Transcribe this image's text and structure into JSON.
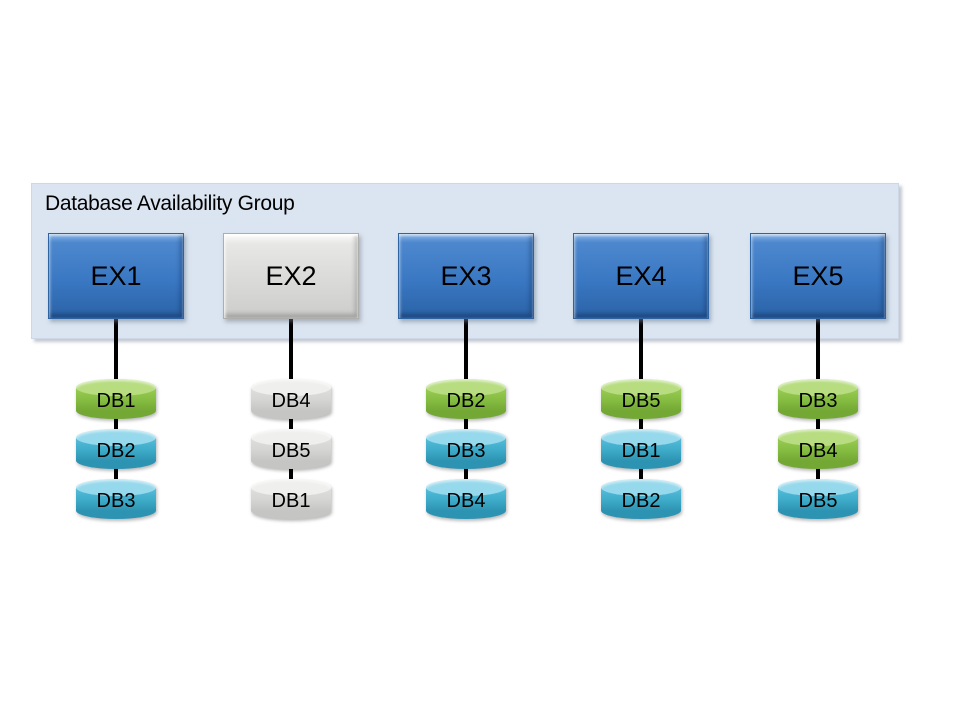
{
  "title": "Database Availability Group",
  "servers": [
    {
      "name": "EX1",
      "state": "online",
      "databases": [
        {
          "name": "DB1",
          "state": "active"
        },
        {
          "name": "DB2",
          "state": "passive"
        },
        {
          "name": "DB3",
          "state": "passive"
        }
      ]
    },
    {
      "name": "EX2",
      "state": "offline",
      "databases": [
        {
          "name": "DB4",
          "state": "offline"
        },
        {
          "name": "DB5",
          "state": "offline"
        },
        {
          "name": "DB1",
          "state": "offline"
        }
      ]
    },
    {
      "name": "EX3",
      "state": "online",
      "databases": [
        {
          "name": "DB2",
          "state": "active"
        },
        {
          "name": "DB3",
          "state": "passive"
        },
        {
          "name": "DB4",
          "state": "passive"
        }
      ]
    },
    {
      "name": "EX4",
      "state": "online",
      "databases": [
        {
          "name": "DB5",
          "state": "active"
        },
        {
          "name": "DB1",
          "state": "passive"
        },
        {
          "name": "DB2",
          "state": "passive"
        }
      ]
    },
    {
      "name": "EX5",
      "state": "online",
      "databases": [
        {
          "name": "DB3",
          "state": "active"
        },
        {
          "name": "DB4",
          "state": "active"
        },
        {
          "name": "DB5",
          "state": "passive"
        }
      ]
    }
  ],
  "colors": {
    "dag_background": "#dbe5f1",
    "server_online": "#3a78c3",
    "server_offline": "#d9d9d7",
    "db_active": "#8abc41",
    "db_passive": "#3dabc9",
    "db_offline": "#d4d4d2",
    "connector": "#000000"
  }
}
